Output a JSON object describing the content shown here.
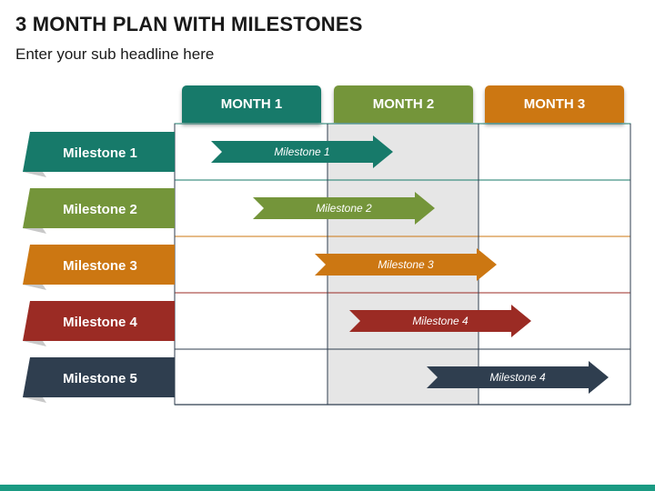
{
  "header": {
    "title": "3 MONTH PLAN WITH MILESTONES",
    "subtitle": "Enter your sub headline here"
  },
  "months": [
    {
      "label": "MONTH 1",
      "color": "#177a6a"
    },
    {
      "label": "MONTH 2",
      "color": "#74953a"
    },
    {
      "label": "MONTH 3",
      "color": "#cc7712"
    }
  ],
  "milestones": [
    {
      "label": "Milestone 1",
      "arrow_label": "Milestone 1",
      "color": "#177a6a"
    },
    {
      "label": "Milestone 2",
      "arrow_label": "Milestone 2",
      "color": "#74953a"
    },
    {
      "label": "Milestone 3",
      "arrow_label": "Milestone 3",
      "color": "#cc7712"
    },
    {
      "label": "Milestone 4",
      "arrow_label": "Milestone 4",
      "color": "#9b2b24"
    },
    {
      "label": "Milestone 5",
      "arrow_label": "Milestone 4",
      "color": "#2f3e4f"
    }
  ],
  "footer": {
    "color": "#1a9a82"
  }
}
